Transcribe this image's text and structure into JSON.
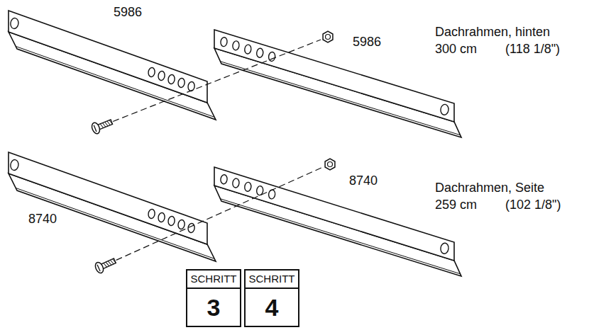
{
  "diagram": {
    "nodes": [
      {
        "text": [
          "SCHRITT",
          "3"
        ]
      },
      {
        "text": [
          "SCHRITT",
          "4"
        ]
      }
    ],
    "labels": [
      "5986",
      "5986",
      "Dachrahmen, hinten",
      "300 cm",
      "(118 1/8\")",
      "8740",
      "8740",
      "Dachrahmen, Seite",
      "259 cm",
      "(102 1/8\")"
    ]
  }
}
